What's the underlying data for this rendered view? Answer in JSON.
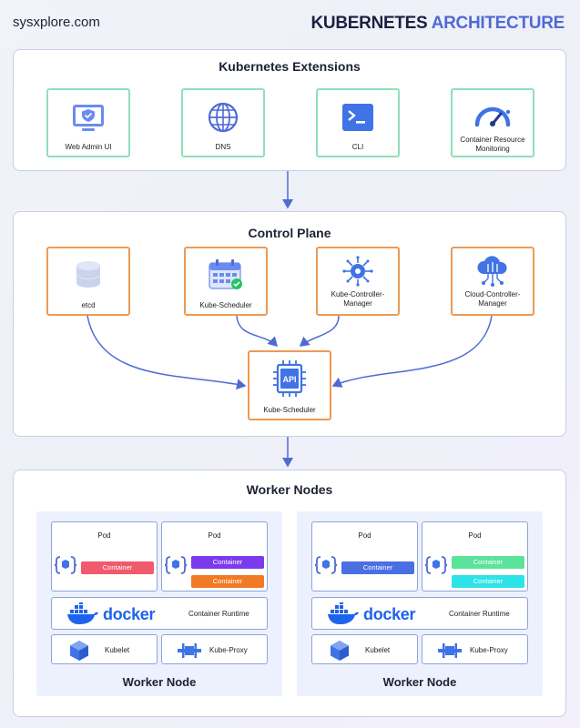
{
  "header": {
    "brand": "sysxplore.com",
    "title_part1": "KUBERNETES",
    "title_part2": "ARCHITECTURE"
  },
  "extensions": {
    "title": "Kubernetes Extensions",
    "items": [
      {
        "label": "Web Admin UI",
        "icon": "web-admin-icon"
      },
      {
        "label": "DNS",
        "icon": "globe-icon"
      },
      {
        "label": "CLI",
        "icon": "terminal-icon"
      },
      {
        "label": "Container Resource Monitoring",
        "icon": "gauge-icon"
      }
    ]
  },
  "control_plane": {
    "title": "Control Plane",
    "items": [
      {
        "label": "etcd",
        "icon": "database-icon"
      },
      {
        "label": "Kube-Scheduler",
        "icon": "calendar-icon"
      },
      {
        "label": "Kube-Controller-Manager",
        "icon": "gear-icon"
      },
      {
        "label": "Cloud-Controller-Manager",
        "icon": "cloud-icon"
      }
    ],
    "api": {
      "label": "Kube-Scheduler",
      "chip_text": "API"
    }
  },
  "worker_nodes": {
    "title": "Worker Nodes",
    "nodes": [
      {
        "name": "Worker Node",
        "pod1": {
          "label": "Pod",
          "container": "Container"
        },
        "pod2": {
          "label": "Pod",
          "containers": [
            "Container",
            "Container"
          ]
        },
        "runtime": {
          "docker": "docker",
          "label": "Container Runtime"
        },
        "kubelet": "Kubelet",
        "kube_proxy": "Kube-Proxy"
      },
      {
        "name": "Worker Node",
        "pod1": {
          "label": "Pod",
          "container": "Container"
        },
        "pod2": {
          "label": "Pod",
          "containers": [
            "Container",
            "Container"
          ]
        },
        "runtime": {
          "docker": "docker",
          "label": "Container Runtime"
        },
        "kubelet": "Kubelet",
        "kube_proxy": "Kube-Proxy"
      }
    ]
  },
  "colors": {
    "accent": "#4f6ad6",
    "green_border": "#8fe0b9",
    "orange_border": "#ee9a55",
    "container_red": "#f15a6d",
    "container_purple": "#7c3aed",
    "container_orange": "#f07a25",
    "container_blue": "#4a6fe3",
    "container_green": "#5be39b",
    "container_cyan": "#2ee3e8"
  }
}
